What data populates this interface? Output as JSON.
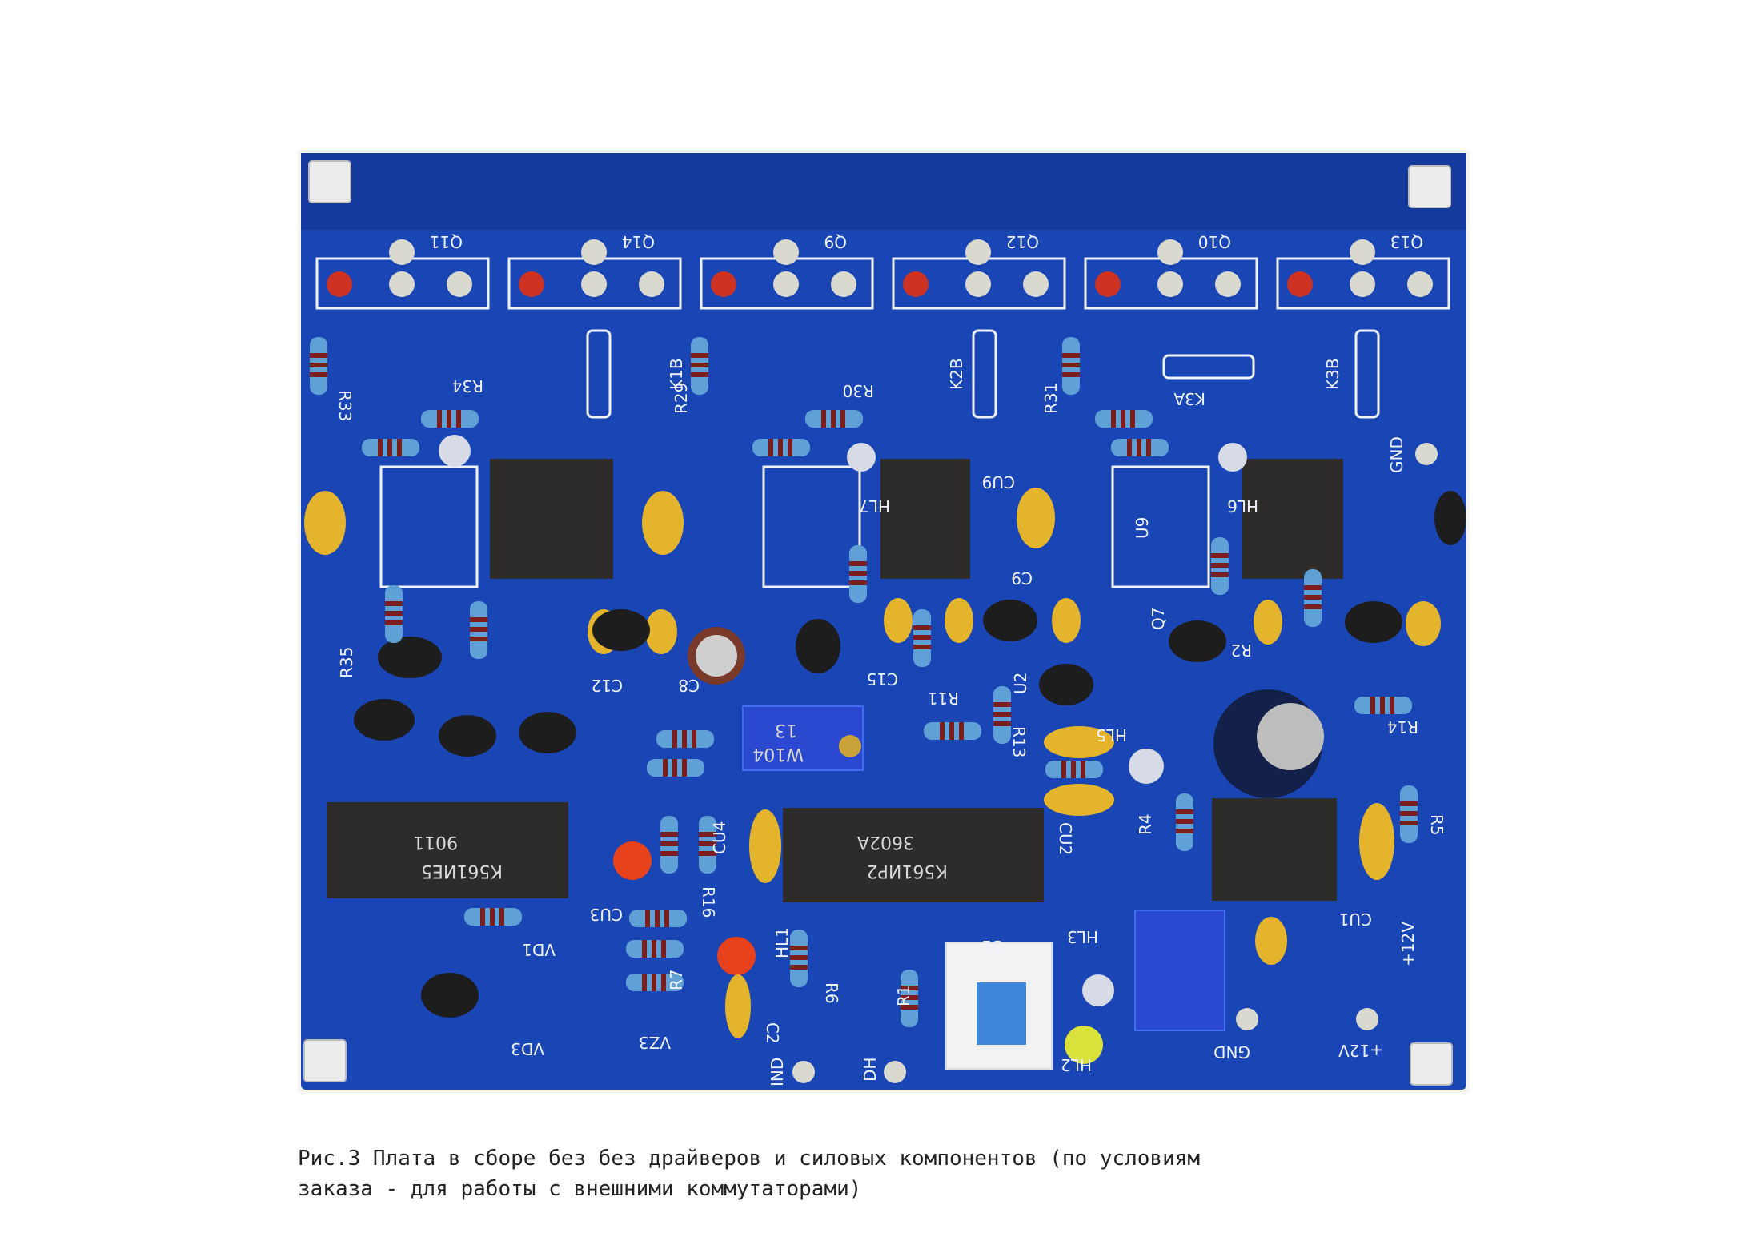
{
  "figure": {
    "caption_lines": [
      "Рис.3 Плата в сборе без без драйверов и силовых компонентов (по условиям",
      "заказа - для работы с внешними коммутаторами)"
    ]
  },
  "colors": {
    "board": "#1a45b5",
    "board_dark": "#143a9e",
    "silkscreen": "#eef3ff",
    "pad": "#d9d9cf",
    "chip": "#2e2c2b",
    "capacitor_yellow": "#e3b42c"
  },
  "board": {
    "transistor_labels": [
      "Q11",
      "Q14",
      "Q9",
      "Q12",
      "Q10",
      "Q13"
    ],
    "relay_labels": [
      "K1B",
      "K2B",
      "K3A",
      "K3B"
    ],
    "resistor_labels": [
      "R33",
      "R34",
      "R29",
      "R30",
      "R31",
      "R35",
      "R11",
      "R13",
      "R14",
      "R5",
      "R4",
      "R16",
      "R7",
      "R6",
      "R1",
      "R2"
    ],
    "capacitor_labels": [
      "C12",
      "C8",
      "C15",
      "C9",
      "CU9",
      "CU4",
      "CU3",
      "CU2",
      "CU1",
      "C2"
    ],
    "misc_labels": [
      "HL7",
      "HL6",
      "HL5",
      "HL3",
      "HL1",
      "HL2",
      "U9",
      "U2",
      "Q7",
      "VD1",
      "VD3",
      "VZ3",
      "S1",
      "IND",
      "DH",
      "GND",
      "+12V"
    ],
    "chip_markings": [
      "К561ИЕ5",
      "9011",
      "К561ИР2",
      "3602A",
      "W104",
      "13"
    ]
  }
}
